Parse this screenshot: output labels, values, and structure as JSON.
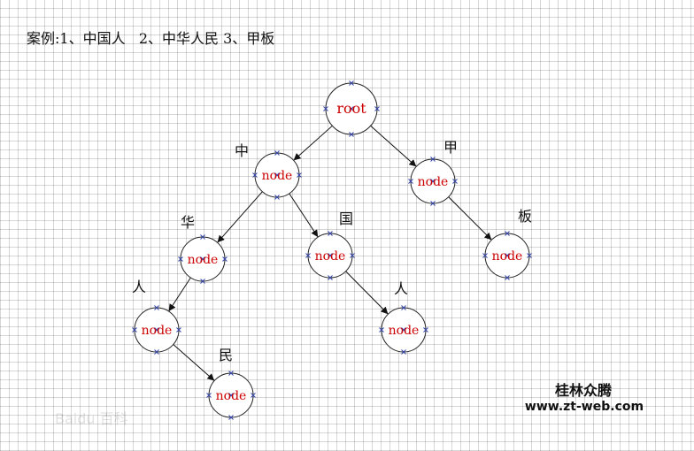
{
  "caption": "案例:1、中国人   2、中华人民 3、甲板",
  "tree": {
    "nodes": [
      {
        "id": "root",
        "label": "root",
        "char": ""
      },
      {
        "id": "zhong",
        "label": "node",
        "char": "中"
      },
      {
        "id": "jia",
        "label": "node",
        "char": "甲"
      },
      {
        "id": "hua",
        "label": "node",
        "char": "华"
      },
      {
        "id": "guo",
        "label": "node",
        "char": "国"
      },
      {
        "id": "ban",
        "label": "node",
        "char": "板"
      },
      {
        "id": "ren1",
        "label": "node",
        "char": "人"
      },
      {
        "id": "ren2",
        "label": "node",
        "char": "人"
      },
      {
        "id": "min",
        "label": "node",
        "char": "民"
      }
    ],
    "edges": [
      [
        "root",
        "zhong"
      ],
      [
        "root",
        "jia"
      ],
      [
        "zhong",
        "hua"
      ],
      [
        "zhong",
        "guo"
      ],
      [
        "jia",
        "ban"
      ],
      [
        "hua",
        "ren1"
      ],
      [
        "guo",
        "ren2"
      ],
      [
        "ren1",
        "min"
      ]
    ]
  },
  "credit": {
    "name": "桂林众腾",
    "url": "www.zt-web.com"
  },
  "watermark": "Baidu 百科",
  "colors": {
    "node_label": "#cc0000",
    "stroke": "#222222",
    "marker": "#3344aa"
  }
}
